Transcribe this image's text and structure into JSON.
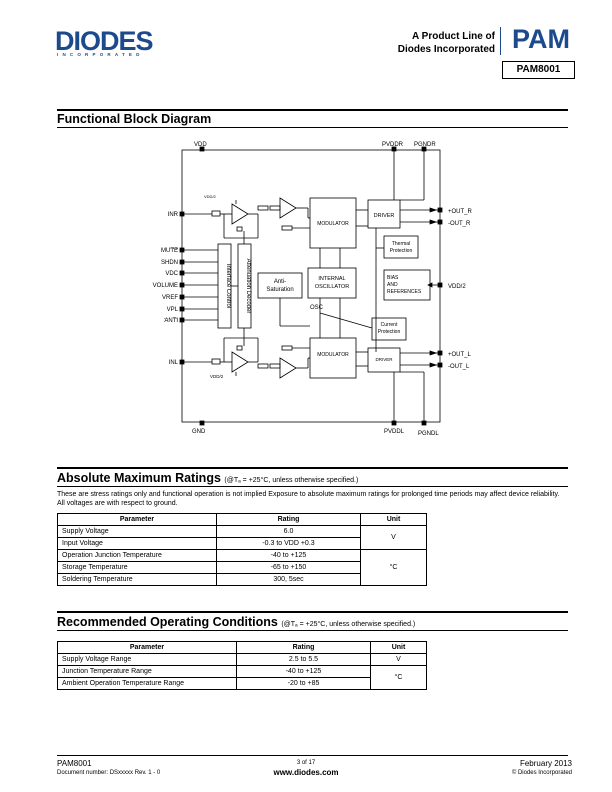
{
  "header": {
    "logo_text": "DIODES",
    "logo_sub": "INCORPORATED",
    "product_line_1": "A Product Line of",
    "product_line_2": "Diodes Incorporated",
    "pam_logo": "PAM",
    "part_number": "PAM8001",
    "brand_color": "#1c4a8c"
  },
  "block_diagram": {
    "title": "Functional Block Diagram",
    "pins_top": [
      "VDD",
      "PVDDR",
      "PGNDR"
    ],
    "pins_bottom": [
      "GND",
      "PVDDL",
      "PGNDL"
    ],
    "pins_left": [
      "INR",
      "MUTE",
      "SHDN",
      "VDC",
      "VOLUME",
      "VREF",
      "VPL",
      "ANTI",
      "INL"
    ],
    "pins_right": [
      "+OUT_R",
      "-OUT_R",
      "VDD/2",
      "+OUT_L",
      "-OUT_L"
    ],
    "blocks": {
      "interface_control": "Interface Control",
      "attenuation_decoder": "Attenuation Decoder",
      "modulator_r": "MODULATOR",
      "modulator_l": "MODULATOR",
      "driver_r": "DRIVER",
      "driver_l": "DRIVER",
      "thermal_1": "Thermal",
      "thermal_2": "Protection",
      "bias_1": "BIAS",
      "bias_2": "AND",
      "bias_3": "REFERENCES",
      "current_1": "Current",
      "current_2": "Protection",
      "anti_1": "Anti-",
      "anti_2": "Saturation",
      "osc_1": "INTERNAL",
      "osc_2": "OSCILLATOR",
      "osc_label": "OSC",
      "vdd2_r": "VDD/2",
      "vdd2_l": "VDD/2"
    }
  },
  "abs_max": {
    "title": "Absolute Maximum Ratings",
    "condition": "(@Tₐ = +25°C, unless otherwise specified.)",
    "note": "These are stress ratings only and functional operation is not implied Exposure to absolute maximum ratings for prolonged time periods may affect device reliability. All voltages are with respect to ground.",
    "headers": [
      "Parameter",
      "Rating",
      "Unit"
    ],
    "rows": [
      {
        "param": "Supply Voltage",
        "rating": "6.0"
      },
      {
        "param": "Input Voltage",
        "rating": "-0.3 to VDD +0.3"
      },
      {
        "param": "Operation Junction Temperature",
        "rating": "-40 to +125"
      },
      {
        "param": "Storage Temperature",
        "rating": "-65 to +150"
      },
      {
        "param": "Soldering Temperature",
        "rating": "300, 5sec"
      }
    ],
    "unit_v": "V",
    "unit_c": "°C"
  },
  "rec_op": {
    "title": "Recommended Operating Conditions",
    "condition": "(@Tₐ = +25°C, unless otherwise specified.)",
    "headers": [
      "Parameter",
      "Rating",
      "Unit"
    ],
    "rows": [
      {
        "param": "Supply Voltage Range",
        "rating": "2.5 to 5.5"
      },
      {
        "param": "Junction Temperature Range",
        "rating": "-40 to +125"
      },
      {
        "param": "Ambient Operation Temperature Range",
        "rating": "-20 to +85"
      }
    ],
    "unit_v": "V",
    "unit_c": "°C"
  },
  "footer": {
    "part": "PAM8001",
    "doc_number": "Document number: DSxxxxx Rev. 1 - 0",
    "page": "3 of 17",
    "website": "www.diodes.com",
    "date": "February 2013",
    "copyright": "© Diodes Incorporated"
  }
}
